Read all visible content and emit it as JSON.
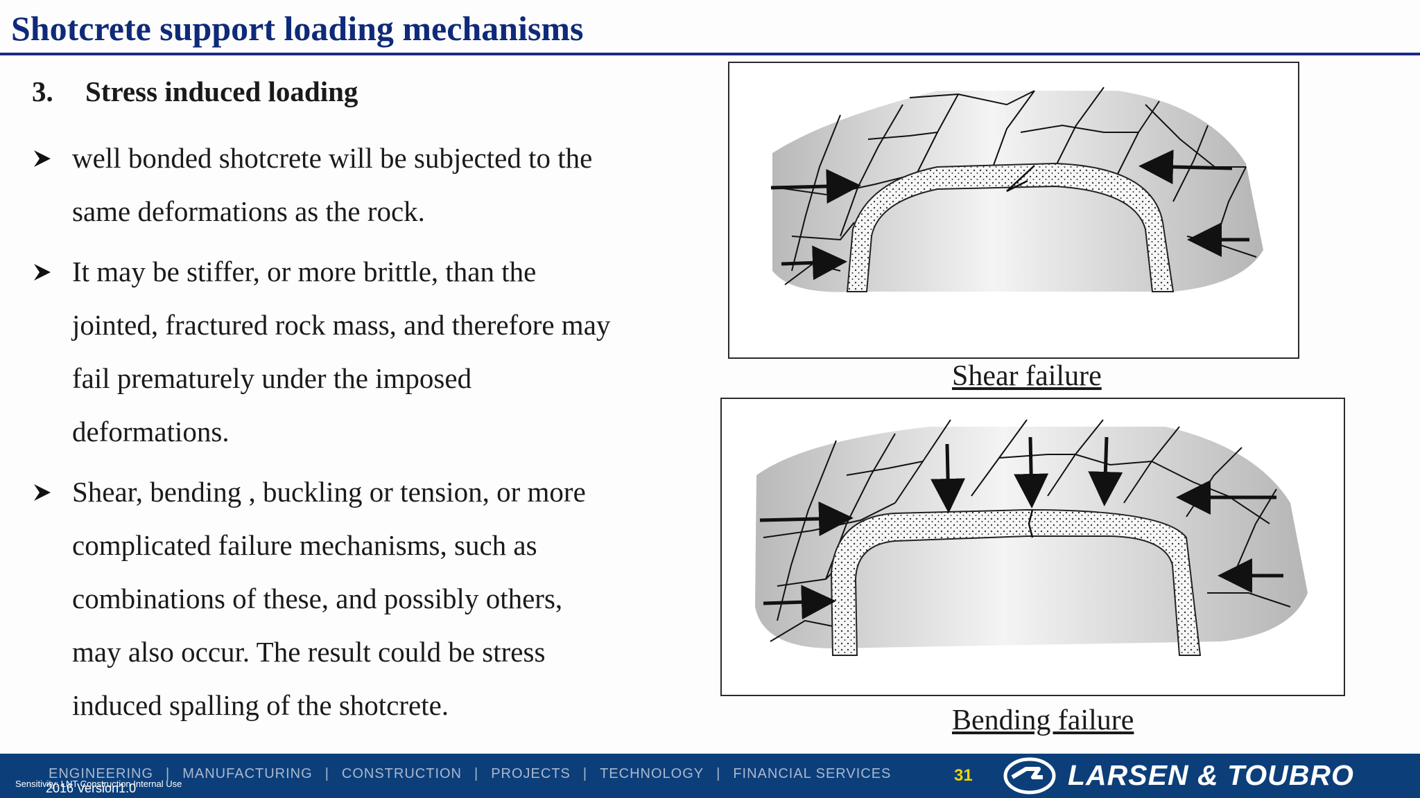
{
  "slide": {
    "title": "Shotcrete support loading mechanisms",
    "section_number": "3.",
    "section_title": "Stress induced loading"
  },
  "bullets": [
    {
      "lines": [
        "well bonded shotcrete will be subjected to the",
        "same deformations as the rock."
      ]
    },
    {
      "lines": [
        "It may be stiffer, or more brittle, than the",
        "jointed, fractured rock mass, and therefore may",
        "fail prematurely under the imposed",
        "deformations."
      ]
    },
    {
      "lines": [
        "Shear, bending , buckling or tension, or more",
        "complicated failure mechanisms, such as",
        "combinations of these, and possibly others,",
        "may also occur. The result could be stress",
        "induced spalling of the shotcrete."
      ]
    }
  ],
  "figures": {
    "shear_caption": "Shear failure",
    "bending_caption": "Bending failure"
  },
  "footer": {
    "nav": [
      "ENGINEERING",
      "MANUFACTURING",
      "CONSTRUCTION",
      "PROJECTS",
      "TECHNOLOGY",
      "FINANCIAL SERVICES"
    ],
    "sensitivity": "Sensitivity: LNT Construction Internal Use",
    "version": "2016 Version1.0",
    "page_number": "31",
    "company": "LARSEN & TOUBRO"
  },
  "colors": {
    "title": "#0f2a78",
    "footer_bg": "#0c3f7a",
    "page_number": "#f2d300"
  },
  "icons": {
    "bullet": "arrowhead-bullet-icon",
    "logo": "lt-logo-icon"
  }
}
